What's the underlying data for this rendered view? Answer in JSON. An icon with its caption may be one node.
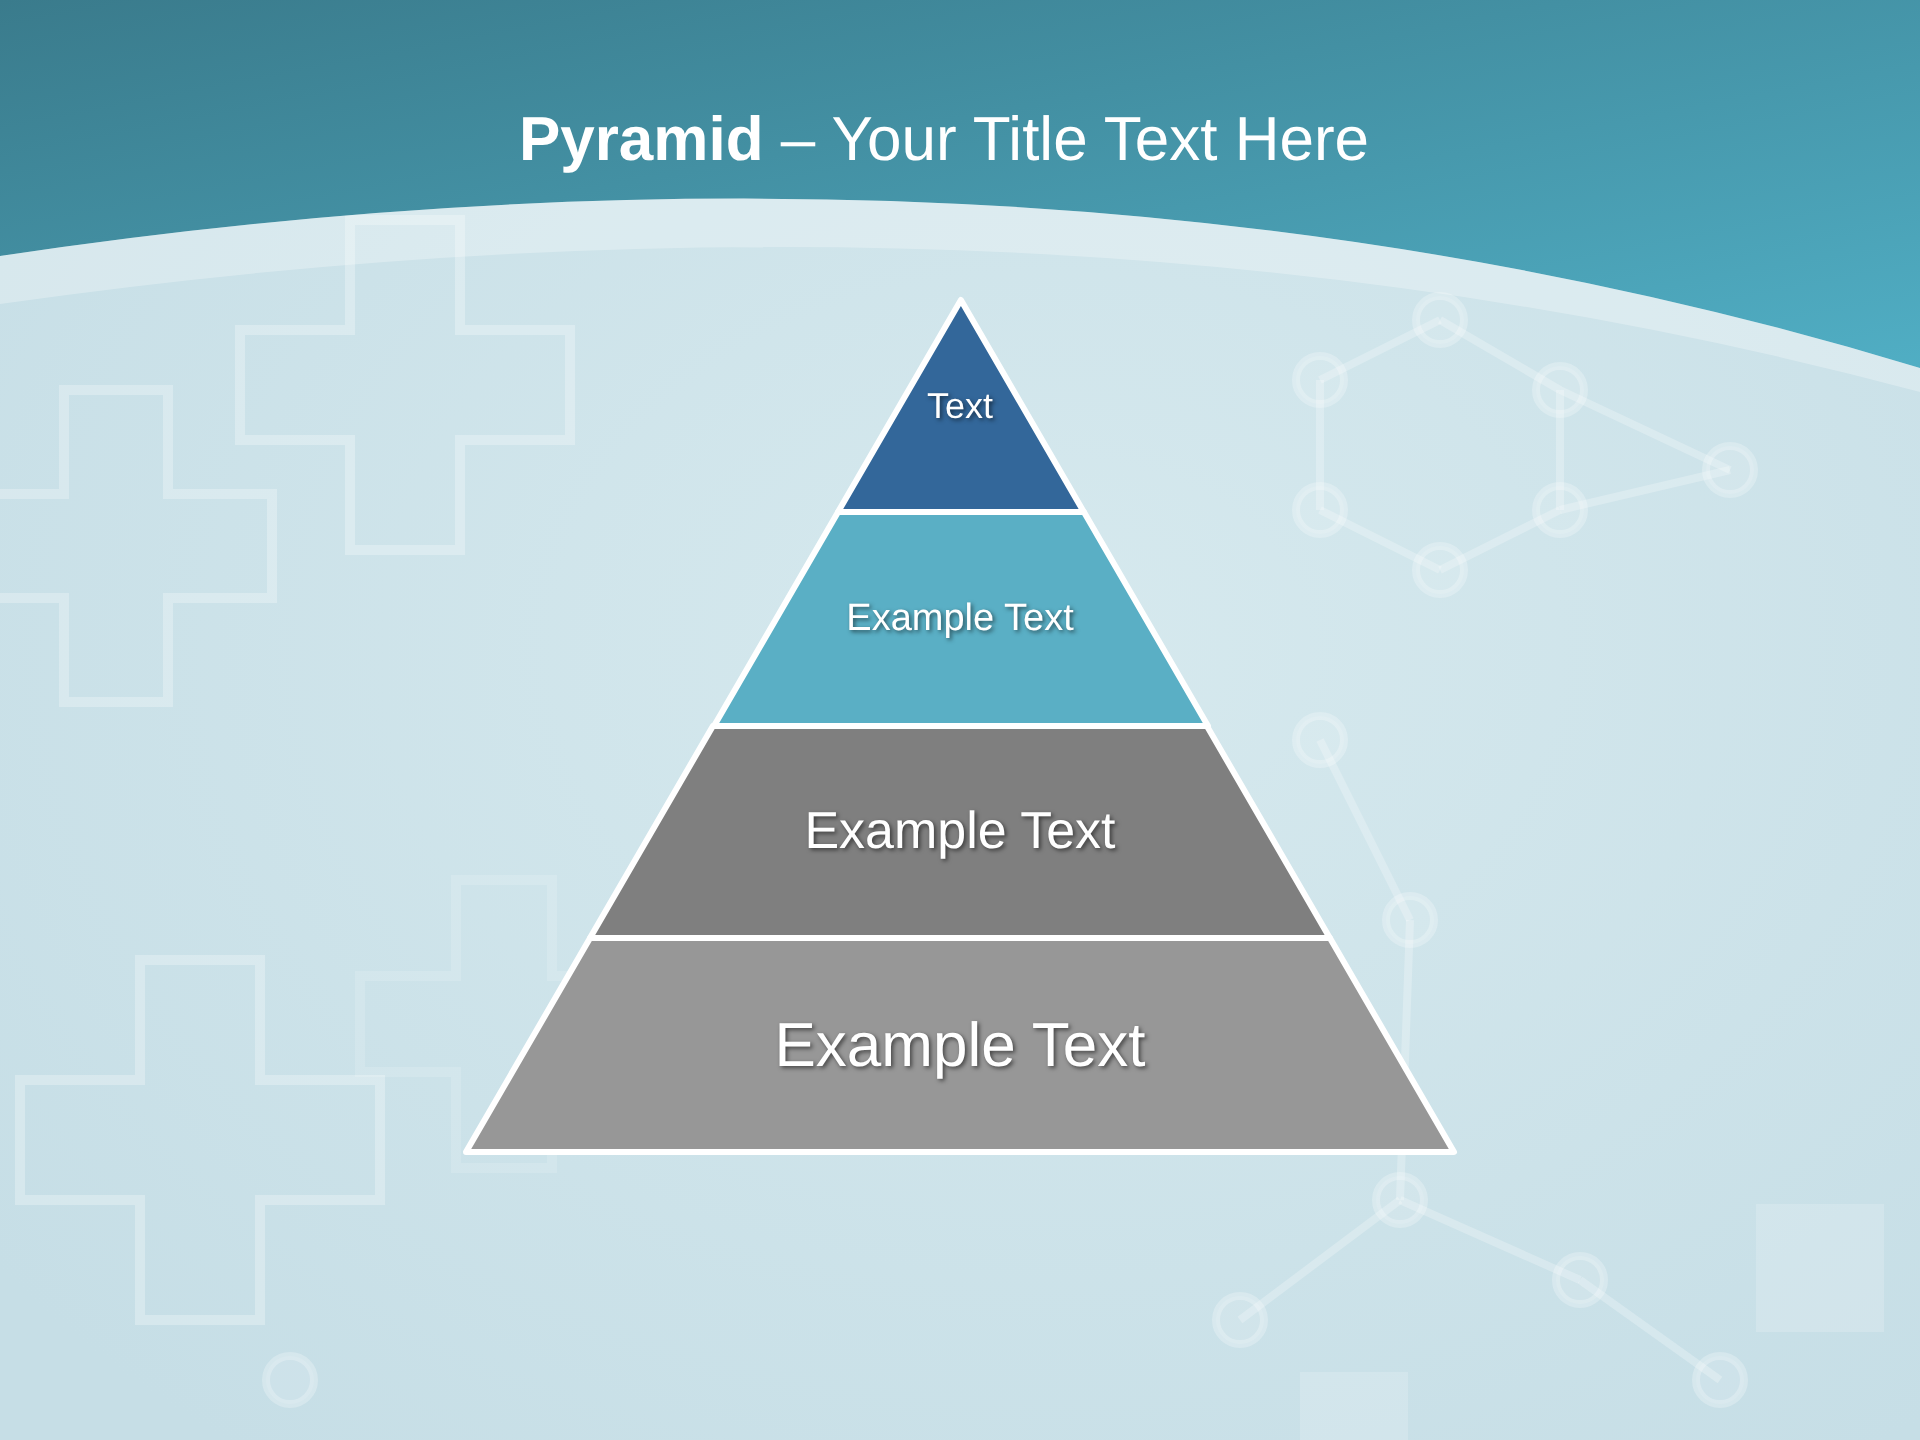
{
  "diagram": {
    "title": "**Pyramid** – Your Title Text Here",
    "nodes": [
      {
        "text": [
          "Text"
        ]
      },
      {
        "text": [
          "Example Text"
        ]
      },
      {
        "text": [
          "Example Text"
        ]
      },
      {
        "text": [
          "Example Text"
        ]
      }
    ]
  }
}
